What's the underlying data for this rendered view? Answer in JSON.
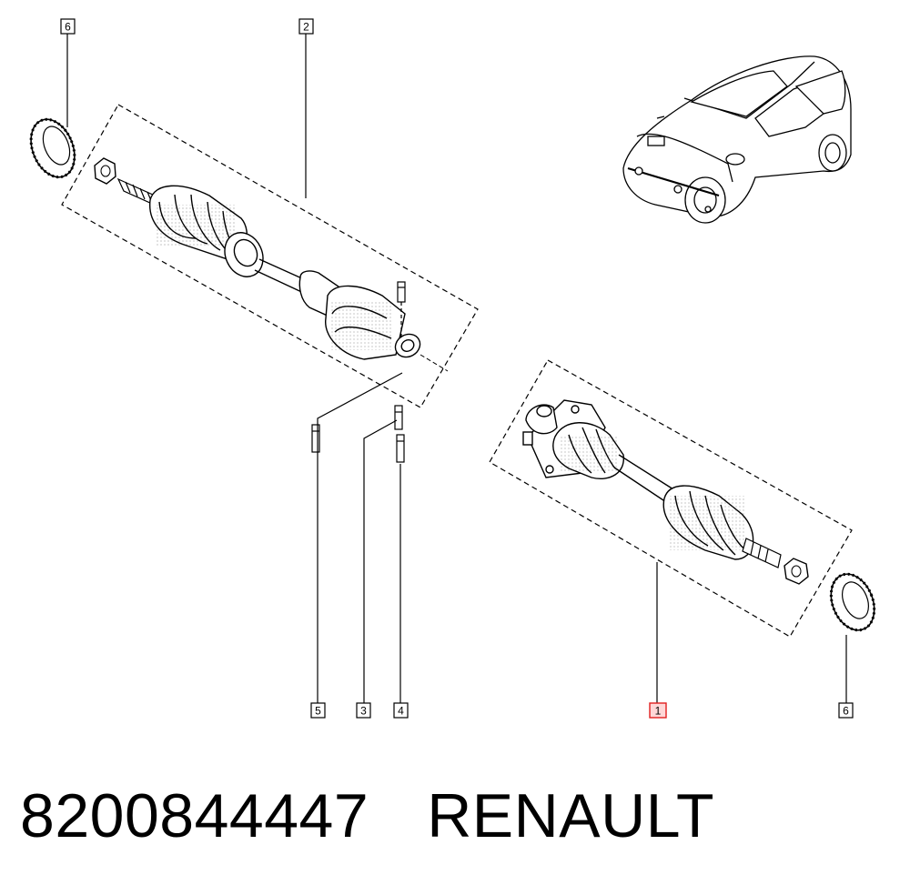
{
  "callouts": {
    "c6_left": "6",
    "c2": "2",
    "c5": "5",
    "c3": "3",
    "c4": "4",
    "c1": "1",
    "c6_right": "6"
  },
  "colors": {
    "highlight_callout": "#e02020",
    "line": "#000000"
  },
  "footer": {
    "part_number": "8200844447",
    "brand": "RENAULT"
  }
}
